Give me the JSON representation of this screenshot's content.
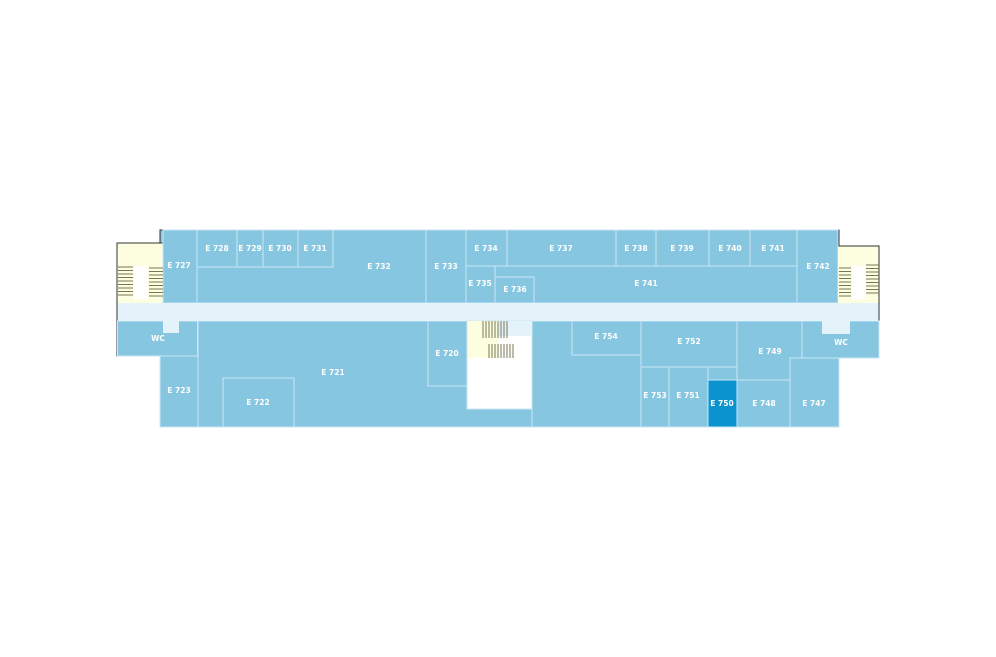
{
  "floor_plan": {
    "selected_room": "E 750",
    "colors": {
      "room": "#86c6e0",
      "selected": "#0b93d0",
      "corridor": "#e4f3f9",
      "stairs": "#fdfde0"
    },
    "rooms": [
      {
        "id": "E732",
        "label": "E 732"
      },
      {
        "id": "E727",
        "label": "E 727"
      },
      {
        "id": "E728",
        "label": "E 728"
      },
      {
        "id": "E729",
        "label": "E 729"
      },
      {
        "id": "E730",
        "label": "E 730"
      },
      {
        "id": "E731",
        "label": "E 731"
      },
      {
        "id": "E733",
        "label": "E 733"
      },
      {
        "id": "E741b",
        "label": "E 741"
      },
      {
        "id": "E734",
        "label": "E 734"
      },
      {
        "id": "E735",
        "label": "E 735"
      },
      {
        "id": "E736",
        "label": "E 736"
      },
      {
        "id": "E737",
        "label": "E 737"
      },
      {
        "id": "E738",
        "label": "E 738"
      },
      {
        "id": "E739",
        "label": "E 739"
      },
      {
        "id": "E740",
        "label": "E 740"
      },
      {
        "id": "E741a",
        "label": "E 741"
      },
      {
        "id": "E742",
        "label": "E 742"
      },
      {
        "id": "WC1",
        "label": "WC"
      },
      {
        "id": "E723",
        "label": "E 723"
      },
      {
        "id": "E721",
        "label": "E 721"
      },
      {
        "id": "E722",
        "label": "E 722"
      },
      {
        "id": "E720",
        "label": "E 720"
      },
      {
        "id": "X1",
        "label": ""
      },
      {
        "id": "E754",
        "label": "E 754"
      },
      {
        "id": "E752",
        "label": "E 752"
      },
      {
        "id": "E749",
        "label": "E 749"
      },
      {
        "id": "WC2",
        "label": "WC"
      },
      {
        "id": "E747",
        "label": "E 747"
      },
      {
        "id": "E748",
        "label": "E 748"
      },
      {
        "id": "E750",
        "label": "E 750"
      },
      {
        "id": "E751",
        "label": "E 751"
      },
      {
        "id": "E753",
        "label": "E 753"
      }
    ]
  }
}
